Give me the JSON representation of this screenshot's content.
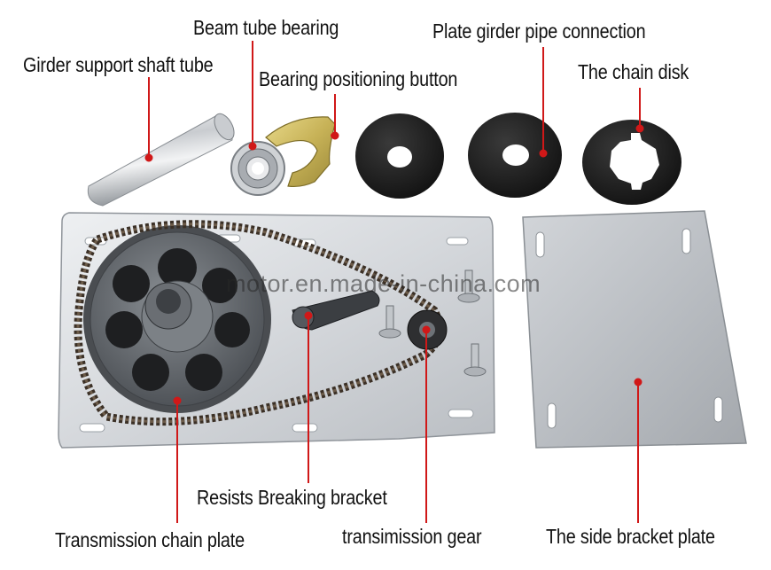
{
  "labels": {
    "girder_support_shaft_tube": "Girder support shaft tube",
    "beam_tube_bearing": "Beam tube bearing",
    "bearing_positioning_button": "Bearing positioning button",
    "plate_girder_pipe_connection": "Plate girder pipe connection",
    "chain_disk": "The chain disk",
    "resists_breaking_bracket": "Resists Breaking bracket",
    "transmission_chain_plate": "Transmission chain plate",
    "transmission_gear": "transimission gear",
    "side_bracket_plate": "The side bracket plate"
  },
  "watermark": "motor.en.made-in-china.com",
  "colors": {
    "leader_line": "#d01818",
    "label_text": "#111111",
    "steel_light": "#e4e6e8",
    "steel_dark": "#9aa0a6",
    "rubber_disk": "#1c1c1c"
  }
}
